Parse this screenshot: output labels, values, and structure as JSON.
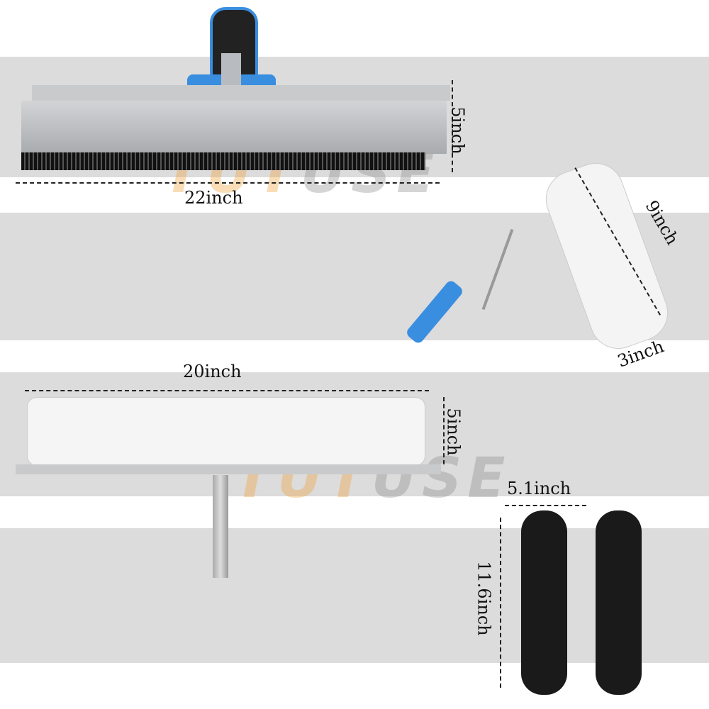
{
  "watermark": {
    "part1": "TUT",
    "part2": "USE"
  },
  "trowel": {
    "width_label": "22inch",
    "height_label": "5inch"
  },
  "small_roller": {
    "length_label": "9inch",
    "diameter_label": "3inch"
  },
  "large_roller": {
    "width_label": "20inch",
    "height_label": "5inch"
  },
  "shoes": {
    "width_label": "5.1inch",
    "length_label": "11.6inch"
  },
  "colors": {
    "band": "#dcdcdc",
    "accent_blue": "#3a8ee0",
    "watermark_orange": "#f0a030"
  }
}
